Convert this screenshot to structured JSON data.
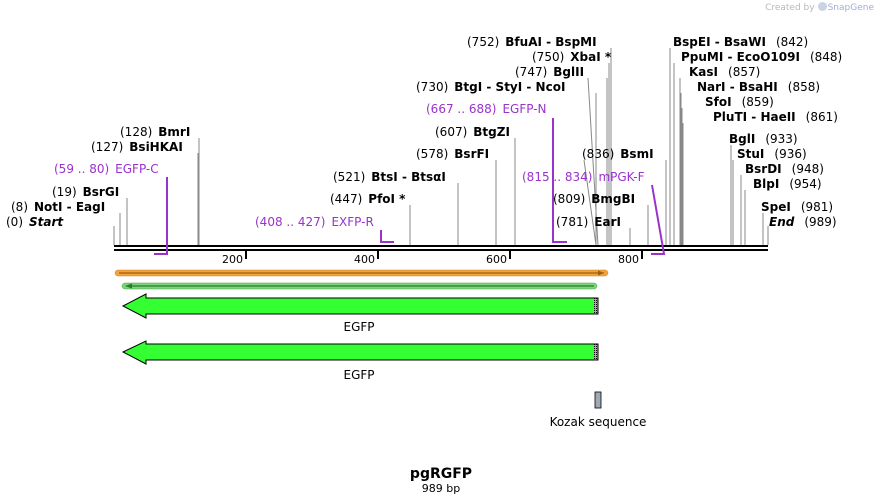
{
  "credit": {
    "prefix": "Created by",
    "brand": "SnapGene"
  },
  "plasmid": {
    "name": "pgRGFP",
    "length_label": "989 bp",
    "length": 989
  },
  "ruler": {
    "ticks": [
      "200",
      "400",
      "600",
      "800"
    ]
  },
  "sites": [
    {
      "pos": "(0)",
      "name": "Start",
      "italic": true
    },
    {
      "pos": "(8)",
      "name": "NotI  -  EagI"
    },
    {
      "pos": "(19)",
      "name": "BsrGI"
    },
    {
      "pos": "(127)",
      "name": "BsiHKAI"
    },
    {
      "pos": "(128)",
      "name": "BmrI"
    },
    {
      "pos": "(447)",
      "name": "PfoI *"
    },
    {
      "pos": "(521)",
      "name": "BtsI  -  BtsαI"
    },
    {
      "pos": "(578)",
      "name": "BsrFI"
    },
    {
      "pos": "(607)",
      "name": "BtgZI"
    },
    {
      "pos": "(730)",
      "name": "BtgI  -  StyI  -  NcoI"
    },
    {
      "pos": "(747)",
      "name": "BglII"
    },
    {
      "pos": "(750)",
      "name": "XbaI *"
    },
    {
      "pos": "(752)",
      "name": "BfuAI  -  BspMI"
    },
    {
      "pos": "(781)",
      "name": "EarI"
    },
    {
      "pos": "(809)",
      "name": "BmgBI"
    },
    {
      "pos": "(836)",
      "name": "BsmI"
    },
    {
      "pos": "(842)",
      "name": "BspEI  -  BsaWI"
    },
    {
      "pos": "(848)",
      "name": "PpuMI  -  EcoO109I"
    },
    {
      "pos": "(857)",
      "name": "KasI"
    },
    {
      "pos": "(858)",
      "name": "NarI  -  BsaHI"
    },
    {
      "pos": "(859)",
      "name": "SfoI"
    },
    {
      "pos": "(861)",
      "name": "PluTI  -  HaeII"
    },
    {
      "pos": "(933)",
      "name": "BglI"
    },
    {
      "pos": "(936)",
      "name": "StuI"
    },
    {
      "pos": "(948)",
      "name": "BsrDI"
    },
    {
      "pos": "(954)",
      "name": "BlpI"
    },
    {
      "pos": "(981)",
      "name": "SpeI"
    },
    {
      "pos": "(989)",
      "name": "End",
      "italic": true
    }
  ],
  "primers": [
    {
      "range": "(59 .. 80)",
      "name": "EGFP-C"
    },
    {
      "range": "(408 .. 427)",
      "name": "EXFP-R"
    },
    {
      "range": "(667 .. 688)",
      "name": "EGFP-N"
    },
    {
      "range": "(815 .. 834)",
      "name": "mPGK-F"
    }
  ],
  "features": [
    {
      "name": "EGFP"
    },
    {
      "name": "EGFP"
    },
    {
      "name": "Kozak sequence"
    }
  ],
  "colors": {
    "feature_green": "#33ff33",
    "primer_purple": "#9933cc",
    "orf_orange": "#f2a33a",
    "orf_green": "#33aa33",
    "kozak_gray": "#a0a8b8"
  }
}
